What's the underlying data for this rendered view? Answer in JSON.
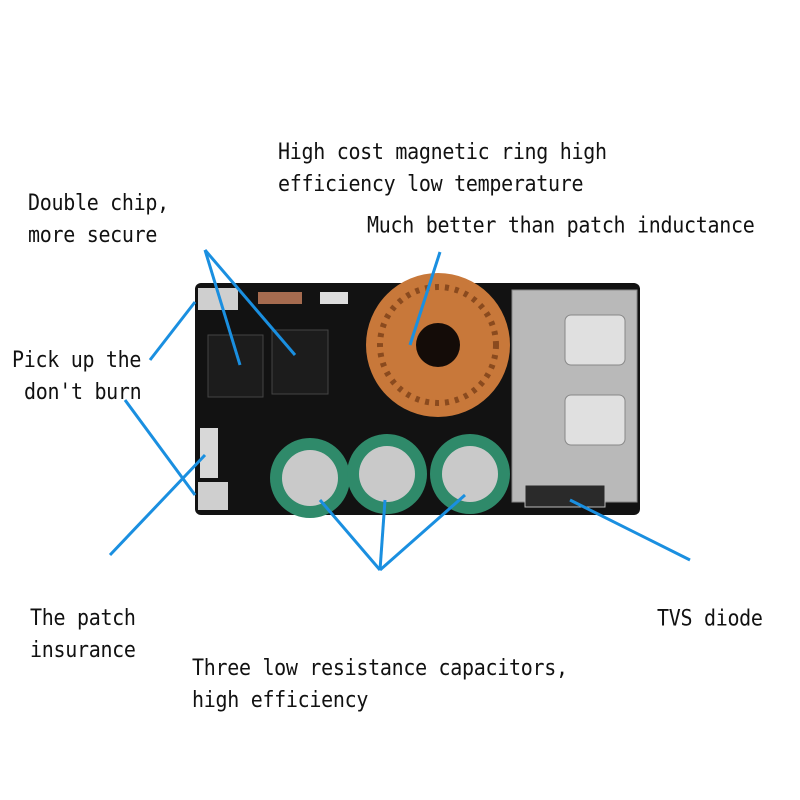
{
  "labels": {
    "magnetic_ring": [
      "High cost magnetic ring high",
      "efficiency low temperature"
    ],
    "double_chip": [
      "Double chip,",
      "more secure"
    ],
    "patch_inductance": "Much better than patch inductance",
    "pick_up": [
      "Pick up the",
      "don't burn"
    ],
    "patch_insurance": [
      "The patch",
      "insurance"
    ],
    "tvs_diode": "TVS diode",
    "capacitors": [
      "Three low resistance capacitors,",
      "high efficiency"
    ]
  },
  "colors": {
    "arrow": "#1a8fe0",
    "board": "#121212",
    "copper": "#c8783a",
    "capacitor": "#2f8a6a",
    "usb": "#b9b9b9"
  }
}
